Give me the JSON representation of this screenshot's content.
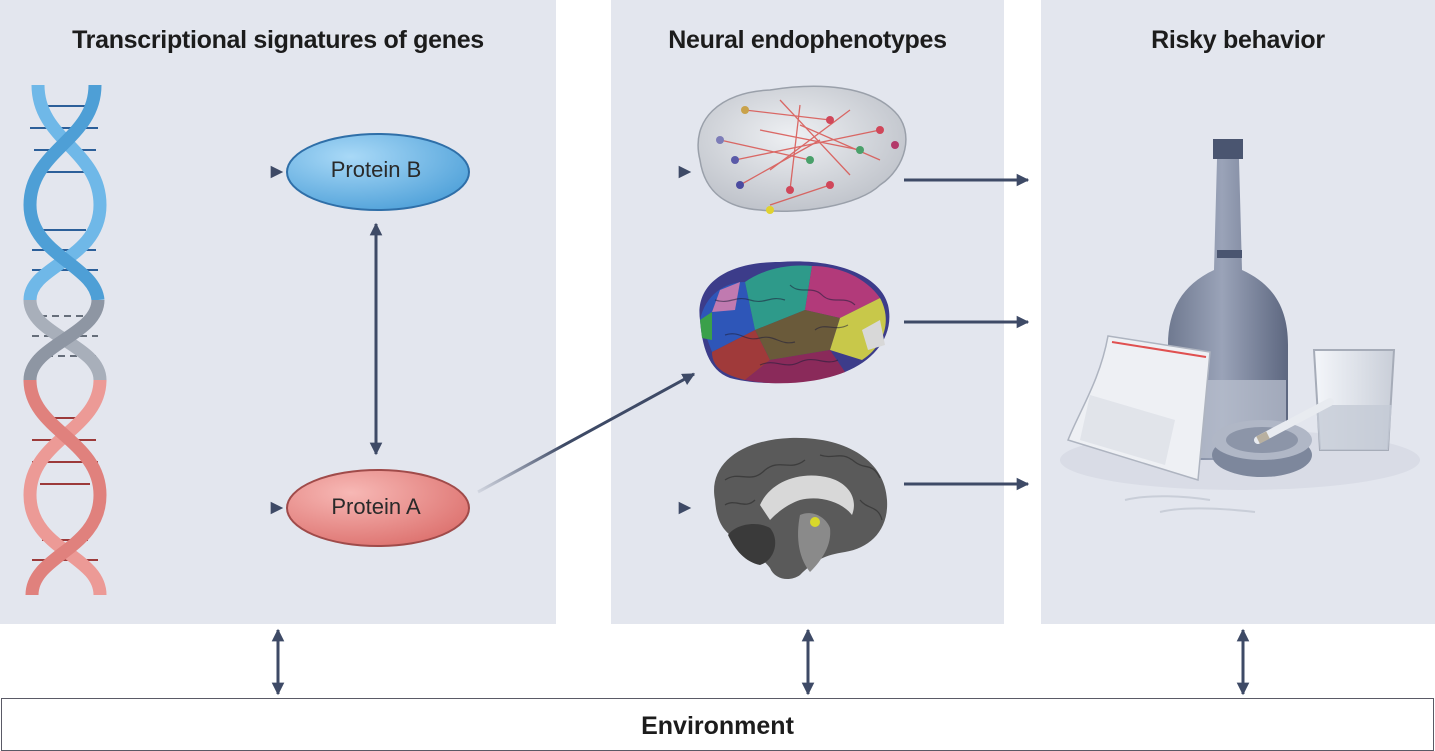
{
  "panels": [
    {
      "title": "Transcriptional signatures of genes"
    },
    {
      "title": "Neural endophenotypes"
    },
    {
      "title": "Risky behavior"
    }
  ],
  "proteins": {
    "b": {
      "label": "Protein B",
      "color": "#5aaee6"
    },
    "a": {
      "label": "Protein A",
      "color": "#e8827f"
    }
  },
  "environment": {
    "label": "Environment"
  },
  "colors": {
    "panel_bg": "#e3e6ee",
    "arrow": "#3e4a66",
    "dna_blue": "#6fb8e8",
    "dna_gray": "#9aa2ae",
    "dna_red": "#e8908c"
  },
  "icons": [
    "dna-icon",
    "brain-network-icon",
    "brain-parcellation-icon",
    "brain-sagittal-icon",
    "bottle-icon",
    "drug-bag-icon",
    "ashtray-cigarette-icon",
    "glass-icon"
  ]
}
